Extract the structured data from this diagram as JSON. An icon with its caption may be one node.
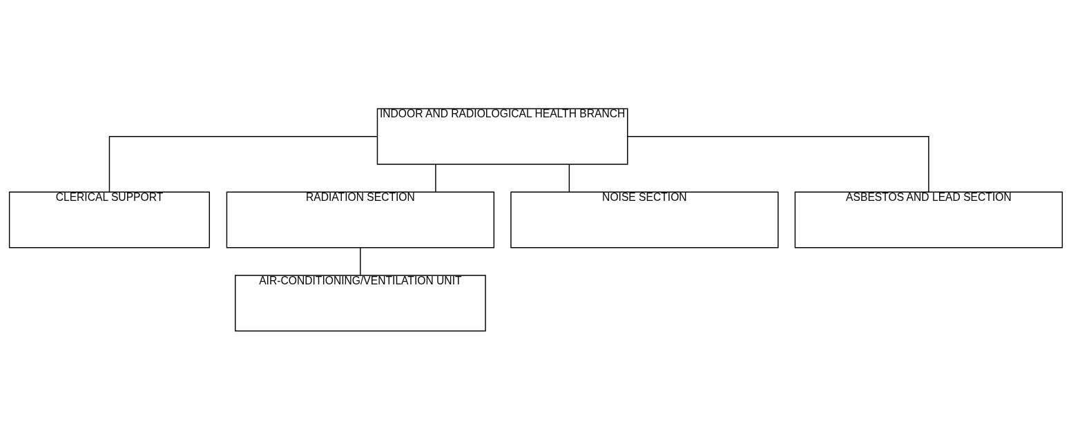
{
  "diagram": {
    "nodes": [
      {
        "text": [
          "INDOOR AND RADIOLOGICAL HEALTH BRANCH"
        ]
      },
      {
        "text": [
          "CLERICAL SUPPORT"
        ]
      },
      {
        "text": [
          "RADIATION SECTION"
        ]
      },
      {
        "text": [
          "NOISE SECTION"
        ]
      },
      {
        "text": [
          "ASBESTOS AND LEAD SECTION"
        ]
      },
      {
        "text": [
          "AIR-CONDITIONING/VENTILATION UNIT"
        ]
      }
    ],
    "edges": [
      {
        "from": 0,
        "to": 1,
        "arrow": "none"
      },
      {
        "from": 0,
        "to": 2,
        "arrow": "none"
      },
      {
        "from": 0,
        "to": 3,
        "arrow": "none"
      },
      {
        "from": 0,
        "to": 4,
        "arrow": "none"
      },
      {
        "from": 2,
        "to": 5,
        "arrow": "none"
      }
    ]
  }
}
